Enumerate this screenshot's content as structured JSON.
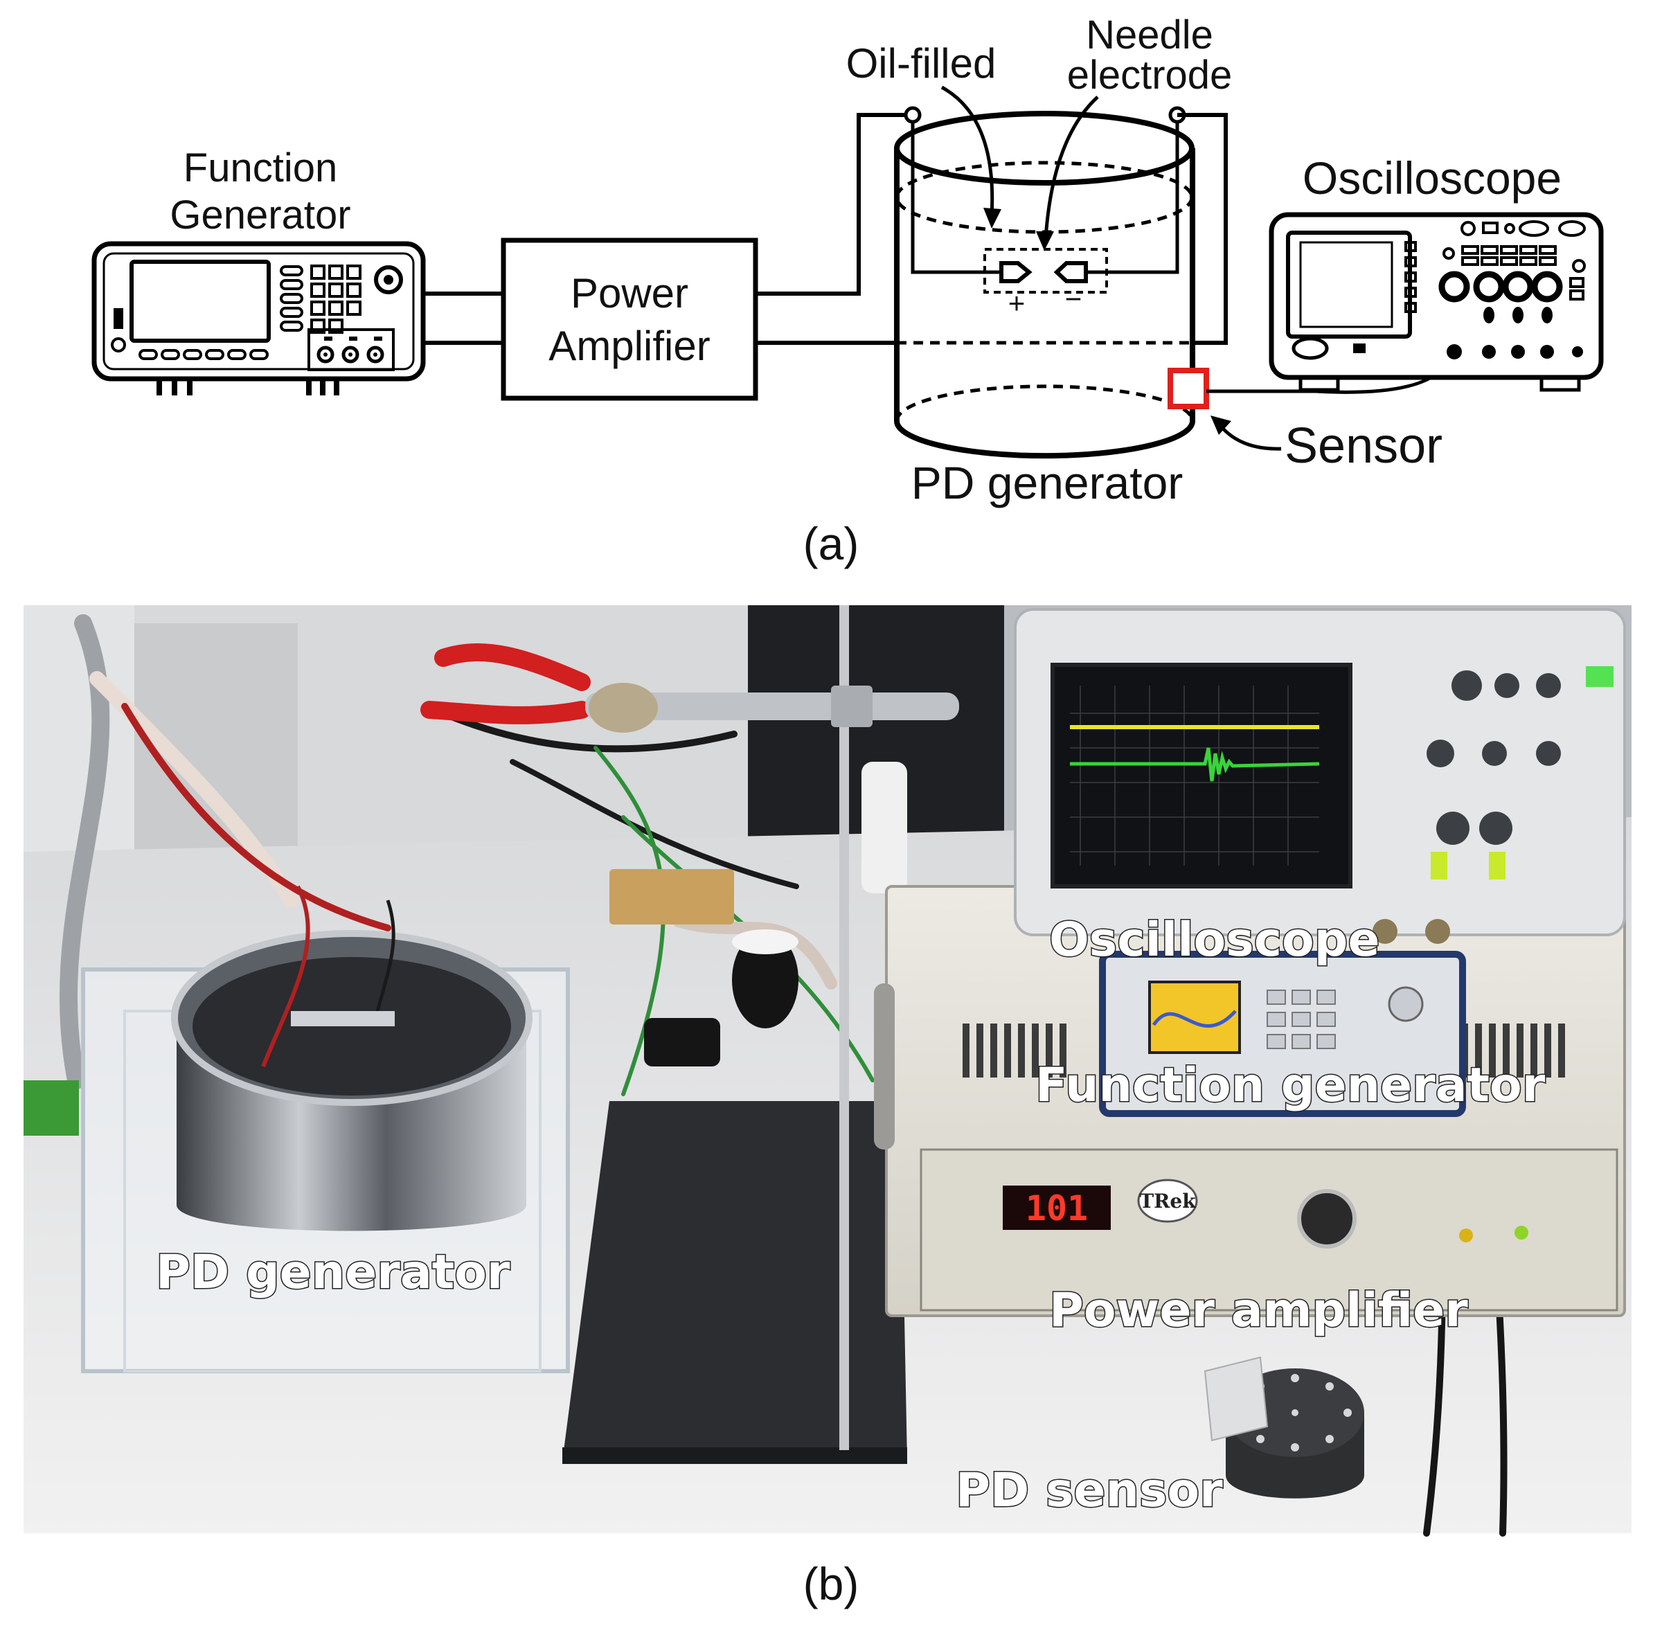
{
  "panel_a": {
    "function_generator_label_1": "Function",
    "function_generator_label_2": "Generator",
    "power_amplifier_label_1": "Power",
    "power_amplifier_label_2": "Amplifier",
    "oil_filled_label": "Oil-filled",
    "needle_label_1": "Needle",
    "needle_label_2": "electrode",
    "oscilloscope_label": "Oscilloscope",
    "sensor_label": "Sensor",
    "pd_generator_label": "PD generator",
    "plus_sign": "+",
    "minus_sign": "−",
    "caption": "(a)",
    "sensor_color": "#e0201b"
  },
  "panel_b": {
    "oscilloscope_label": "Oscilloscope",
    "function_generator_label": "Function generator",
    "pd_generator_label": "PD generator",
    "power_amplifier_label": "Power amplifier",
    "pd_sensor_label": "PD sensor",
    "amplifier_display": "101",
    "amplifier_brand": "TRek",
    "caption": "(b)",
    "trace_colors": {
      "channel_1": "#e6e62a",
      "channel_2": "#39d43a"
    }
  }
}
